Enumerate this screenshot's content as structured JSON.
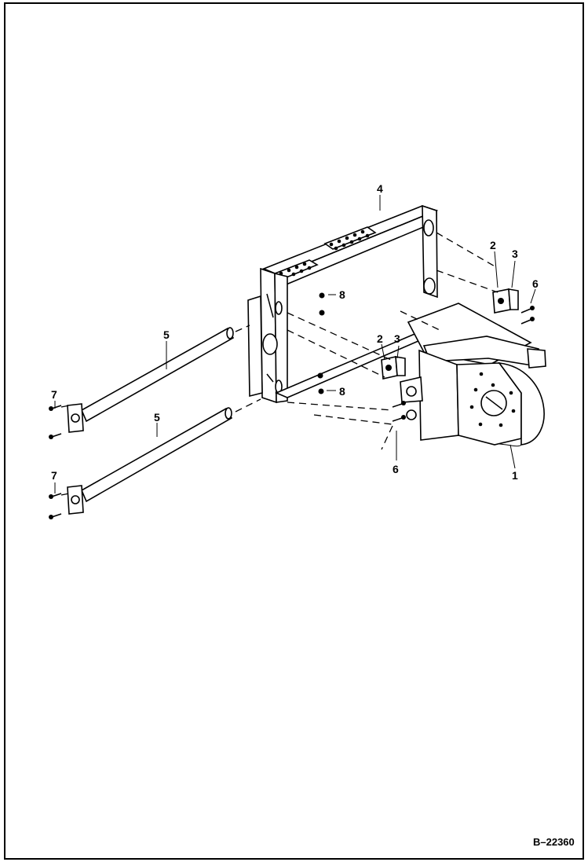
{
  "figure_id": "B–22360",
  "callouts": {
    "c1": "1",
    "c2a": "2",
    "c3a": "3",
    "c6a": "6",
    "c4": "4",
    "c8a": "8",
    "c2b": "2",
    "c3b": "3",
    "c8b": "8",
    "c6b": "6",
    "c5a": "5",
    "c5b": "5",
    "c7a": "7",
    "c7b": "7"
  }
}
